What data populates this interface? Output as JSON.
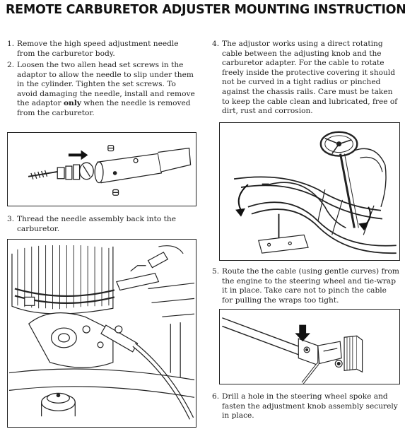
{
  "title": "REMOTE CARBURETOR ADJUSTER MOUNTING INSTRUCTIONS",
  "steps": [
    {
      "num": "1.",
      "text": "Remove the high speed adjustment needle from the carburetor body."
    },
    {
      "num": "2.",
      "pre": "Loosen the two allen head set screws in the adaptor to allow the needle to slip under them in the cylinder. Tighten the set screws. To avoid damaging the needle, install and remove the adaptor ",
      "emph": "only",
      "post": " when the needle is removed from the carburetor."
    },
    {
      "num": "3.",
      "text": "Thread the needle assembly back into the carburetor."
    },
    {
      "num": "4.",
      "text": "The adjustor works using a direct rotating cable between the adjusting knob and the carburetor adapter. For the cable to rotate freely inside the protective covering it should not be curved in a tight radius or pinched against the chassis rails. Care must be taken to keep the cable clean and lubricated, free of dirt, rust and corrosion."
    },
    {
      "num": "5.",
      "text": "Route the the cable (using gentle curves) from the engine to the steering wheel and tie-wrap it in place. Take care not to pinch the cable for pulling the wraps too tight."
    },
    {
      "num": "6.",
      "text": "Drill a hole in the steering wheel spoke and fasten the adjustment knob assembly securely in place."
    }
  ]
}
